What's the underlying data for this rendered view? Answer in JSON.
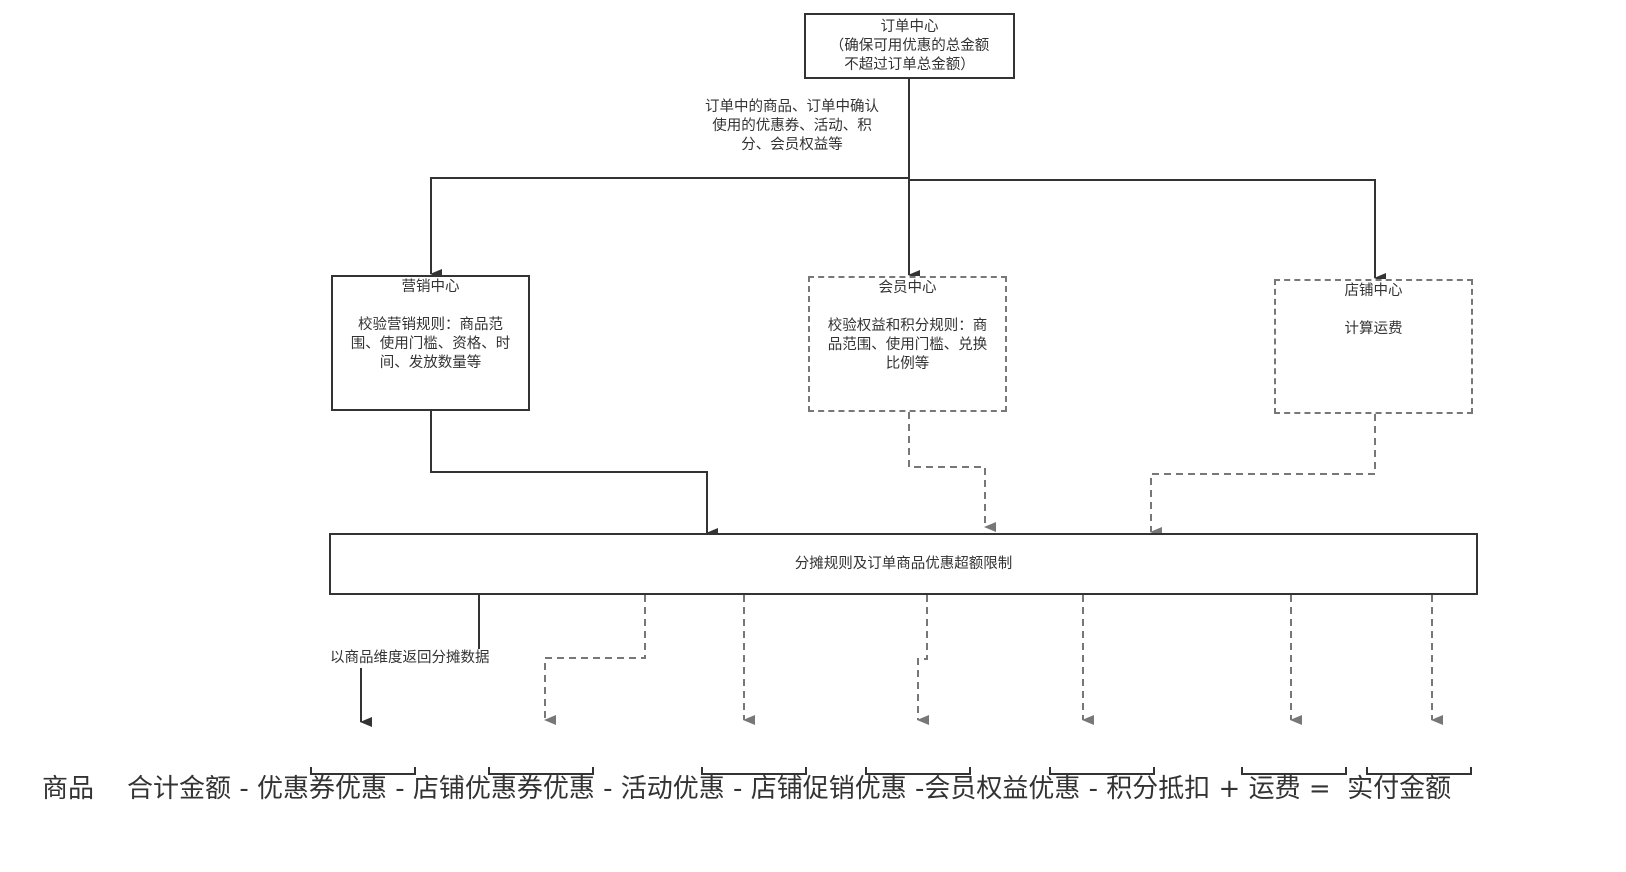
{
  "order_center": {
    "title": "订单中心",
    "line1": "（确保可用优惠的总金额",
    "line2": "不超过订单总金额）"
  },
  "order_edge_label": {
    "line1": "订单中的商品、订单中确认",
    "line2": "使用的优惠券、活动、积",
    "line3": "分、会员权益等"
  },
  "marketing_center": {
    "title": "营销中心",
    "line1": "校验营销规则：商品范",
    "line2": "围、使用门槛、资格、时",
    "line3": "间、发放数量等"
  },
  "member_center": {
    "title": "会员中心",
    "line1": "校验权益和积分规则：商",
    "line2": "品范围、使用门槛、兑换",
    "line3": "比例等"
  },
  "shop_center": {
    "title": "店铺中心",
    "line1": "计算运费"
  },
  "allocation_box": {
    "label": "分摊规则及订单商品优惠超额限制"
  },
  "return_label": "以商品维度返回分摊数据",
  "formula": "商品    合计金额 - 优惠券优惠 - 店铺优惠券优惠 - 活动优惠 - 店铺促销优惠 -会员权益优惠 - 积分抵扣 + 运费 =  实付金额"
}
